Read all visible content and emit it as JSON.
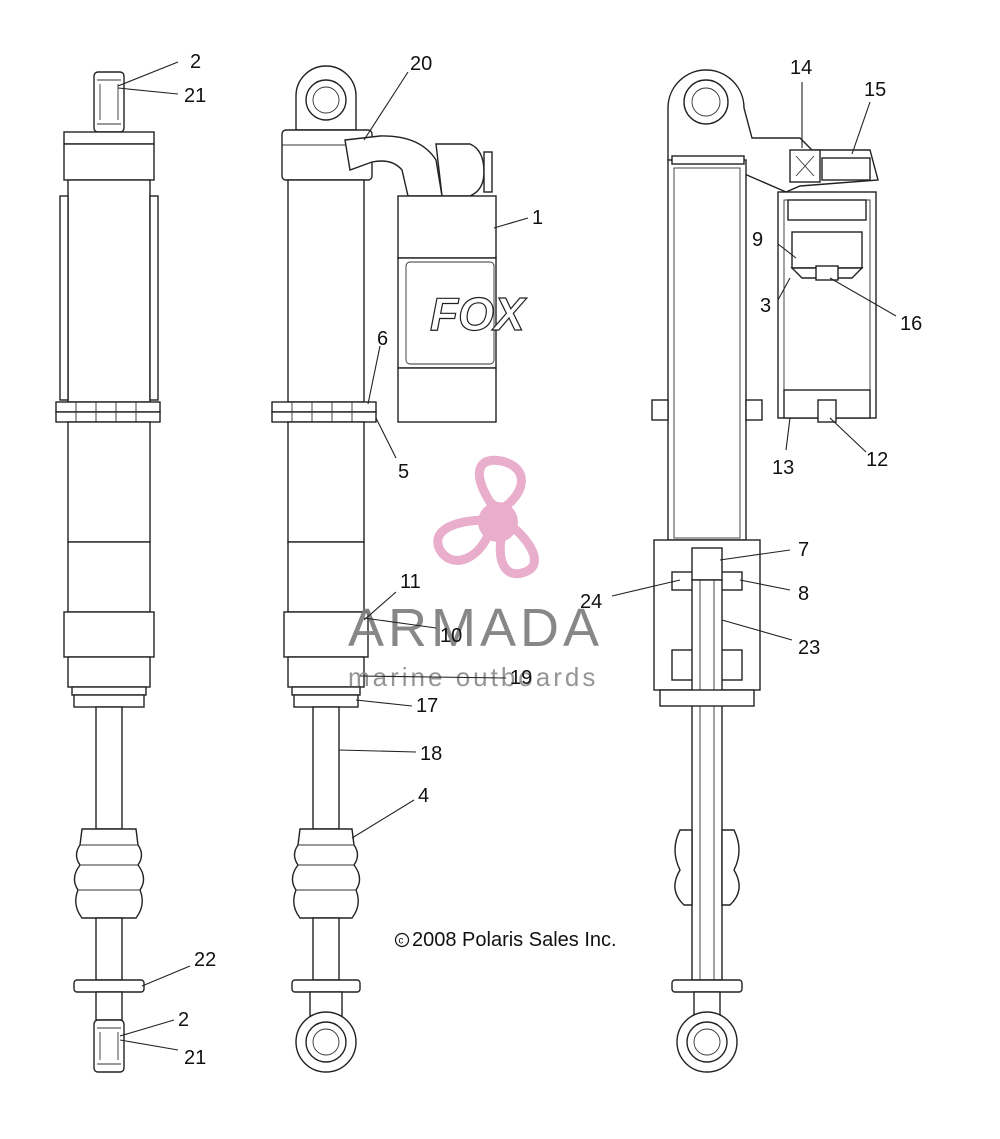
{
  "diagram": {
    "callouts": [
      {
        "id": "c2a",
        "text": "2"
      },
      {
        "id": "c21a",
        "text": "21"
      },
      {
        "id": "c20",
        "text": "20"
      },
      {
        "id": "c1",
        "text": "1"
      },
      {
        "id": "c6",
        "text": "6"
      },
      {
        "id": "c5",
        "text": "5"
      },
      {
        "id": "c11",
        "text": "11"
      },
      {
        "id": "c10",
        "text": "10"
      },
      {
        "id": "c19",
        "text": "19"
      },
      {
        "id": "c17",
        "text": "17"
      },
      {
        "id": "c18",
        "text": "18"
      },
      {
        "id": "c4",
        "text": "4"
      },
      {
        "id": "c22",
        "text": "22"
      },
      {
        "id": "c2b",
        "text": "2"
      },
      {
        "id": "c21b",
        "text": "21"
      },
      {
        "id": "c14",
        "text": "14"
      },
      {
        "id": "c15",
        "text": "15"
      },
      {
        "id": "c9",
        "text": "9"
      },
      {
        "id": "c3",
        "text": "3"
      },
      {
        "id": "c16",
        "text": "16"
      },
      {
        "id": "c13",
        "text": "13"
      },
      {
        "id": "c12",
        "text": "12"
      },
      {
        "id": "c7",
        "text": "7"
      },
      {
        "id": "c8",
        "text": "8"
      },
      {
        "id": "c24",
        "text": "24"
      },
      {
        "id": "c23",
        "text": "23"
      }
    ],
    "copyright": "2008 Polaris Sales Inc.",
    "copyright_symbol": "c",
    "reservoir_logo_text": "FOX"
  },
  "watermark": {
    "brand": "ARMADA",
    "tagline": "marine outboards",
    "color": "#e8a6c8"
  }
}
